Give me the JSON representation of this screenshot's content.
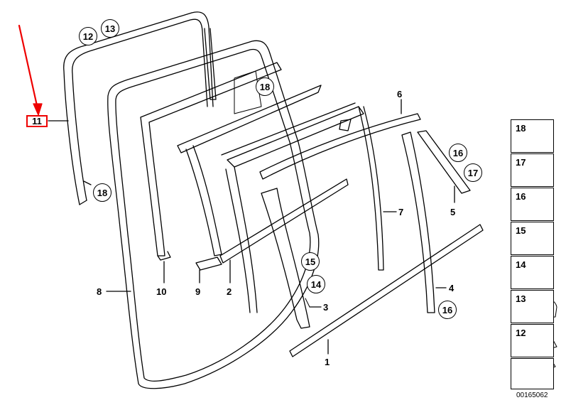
{
  "callouts": {
    "c1": "1",
    "c2": "2",
    "c3": "3",
    "c4": "4",
    "c5": "5",
    "c6": "6",
    "c7": "7",
    "c8": "8",
    "c9": "9",
    "c10": "10",
    "c11": "11",
    "c12": "12",
    "c13": "13",
    "c14": "14",
    "c15": "15",
    "c16a": "16",
    "c16b": "16",
    "c17": "17",
    "c18a": "18",
    "c18b": "18"
  },
  "legend": [
    {
      "number": "18",
      "icon": "clip-icon"
    },
    {
      "number": "17",
      "icon": "bracket-clip-icon"
    },
    {
      "number": "16",
      "icon": "screw-icon"
    },
    {
      "number": "15",
      "icon": "clip-nut-icon"
    },
    {
      "number": "14",
      "icon": "rivet-screw-icon"
    },
    {
      "number": "13",
      "icon": "mounting-clip-icon"
    },
    {
      "number": "12",
      "icon": "spring-clip-icon"
    }
  ],
  "diagram_id": "00165062",
  "colors": {
    "highlight": "#e00000",
    "line": "#000000"
  }
}
